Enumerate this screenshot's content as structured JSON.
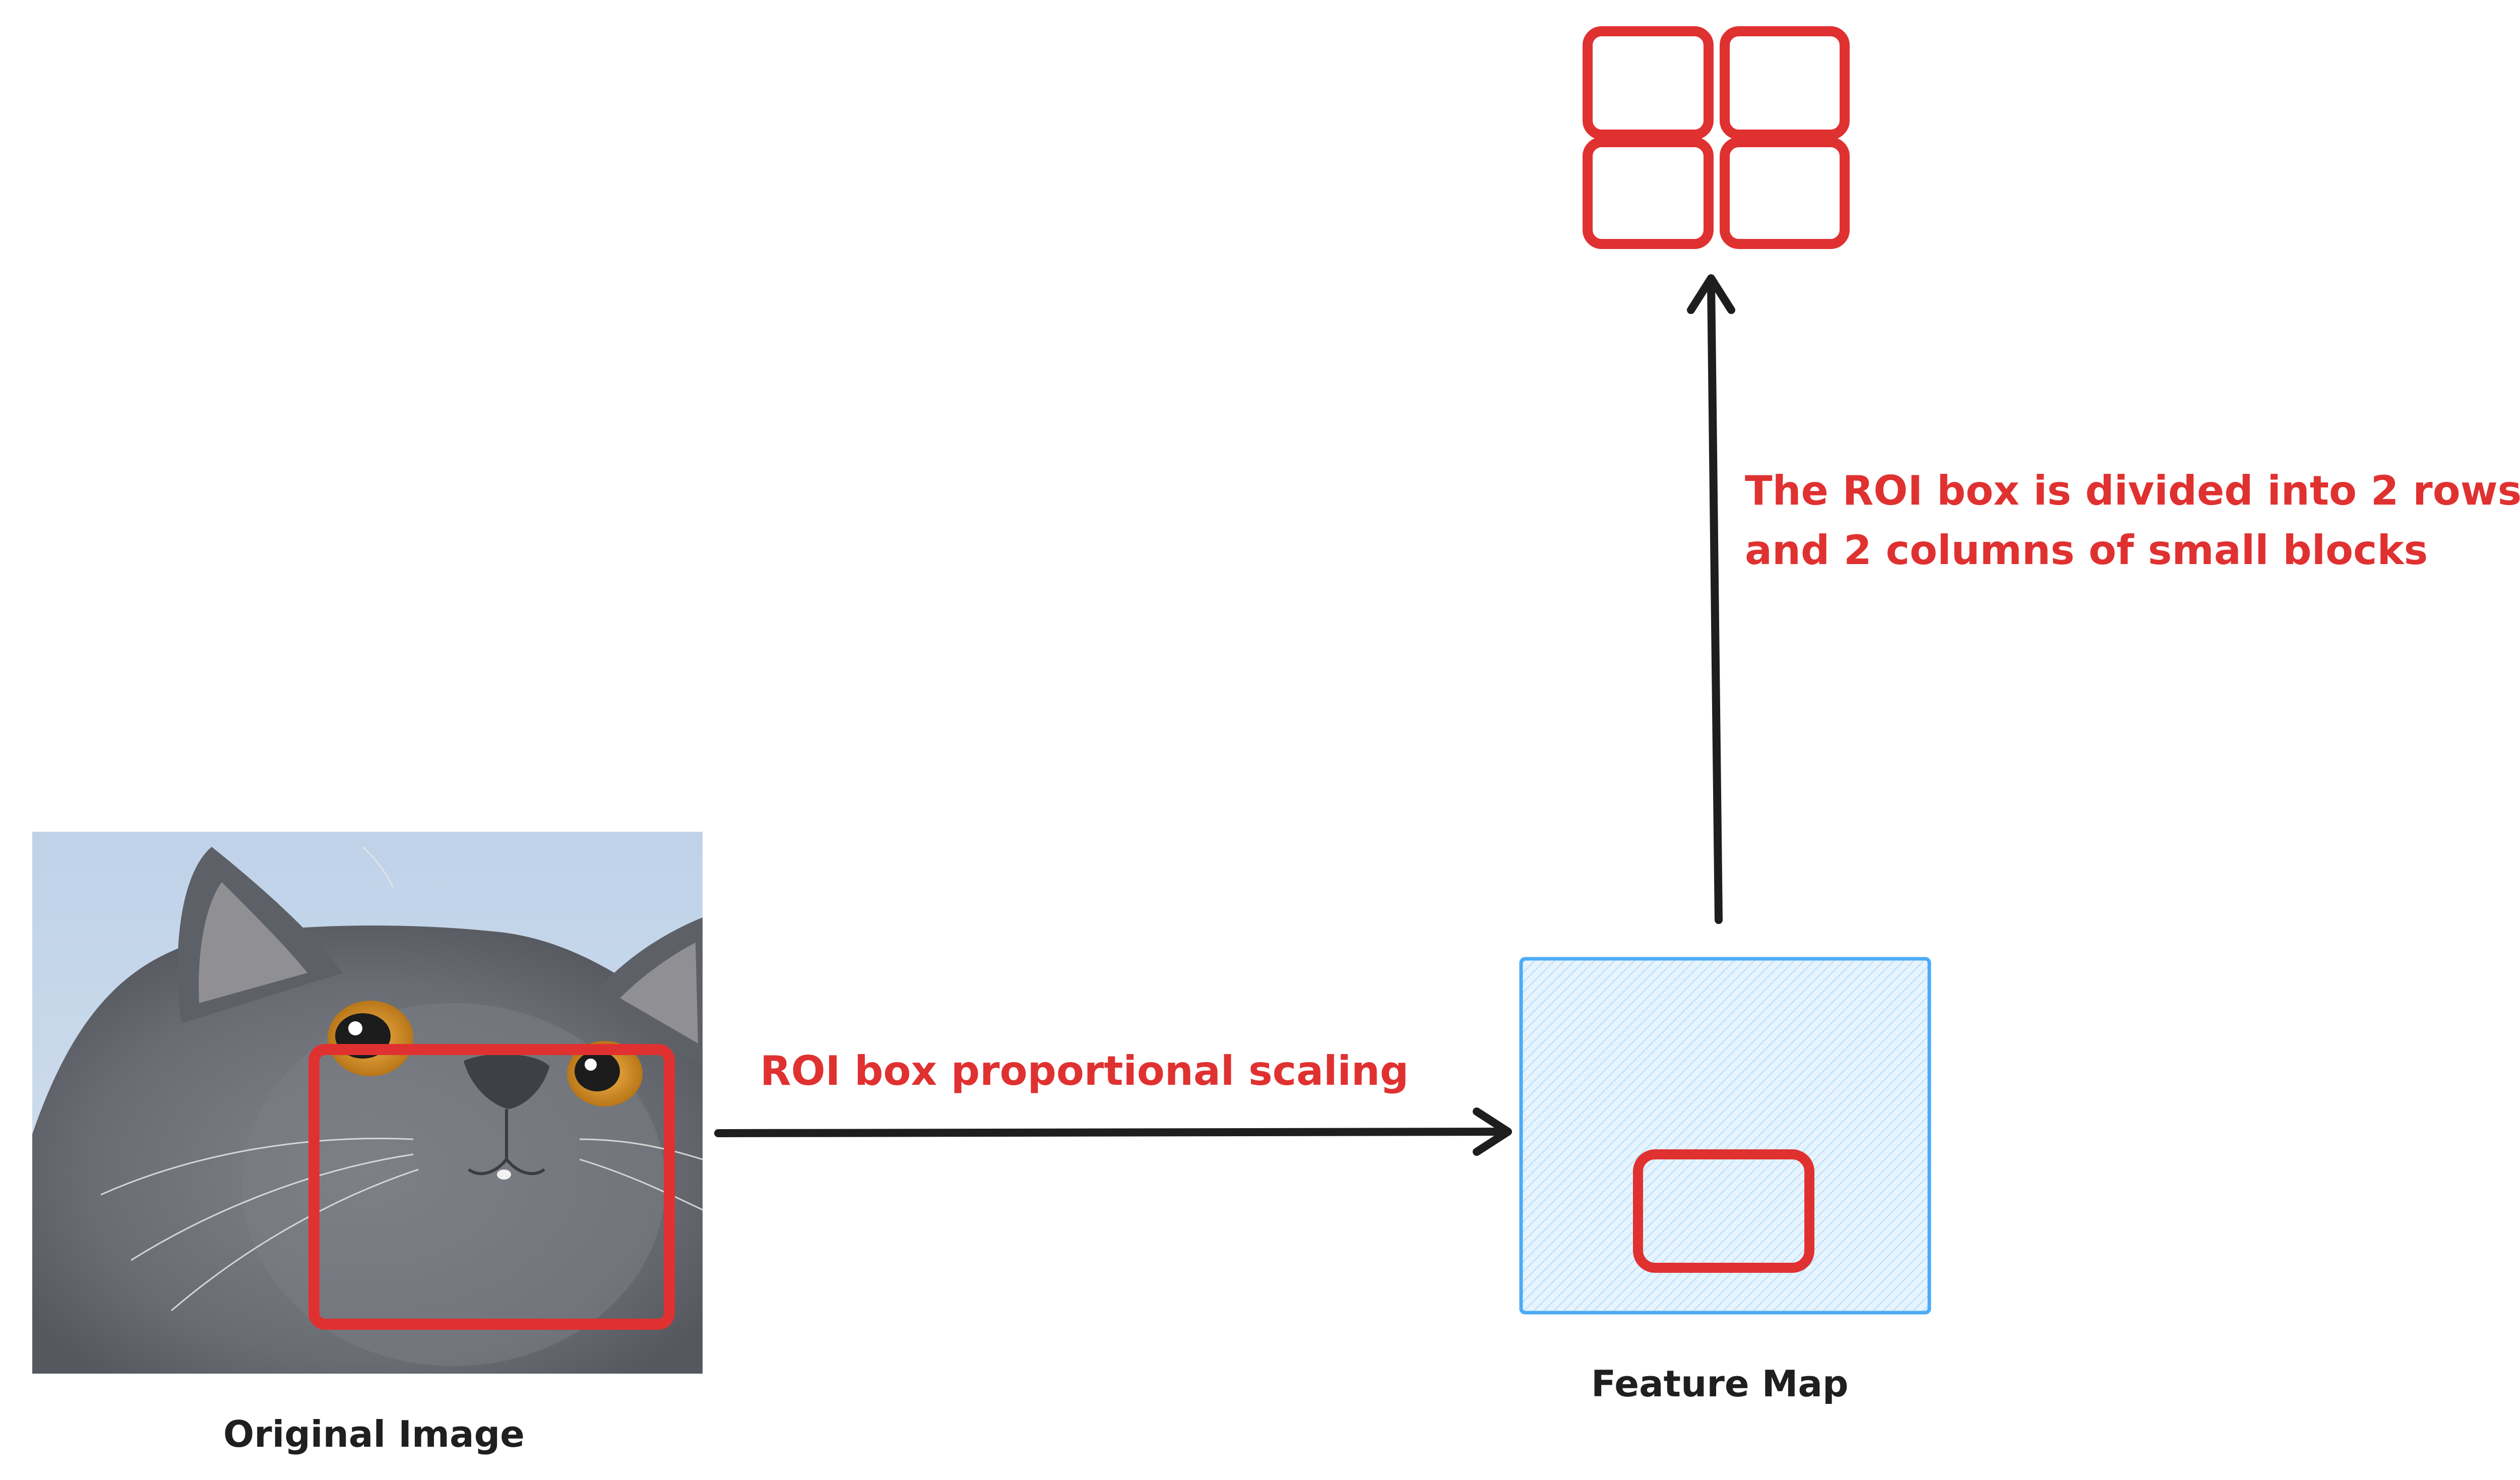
{
  "labels": {
    "original_image": "Original Image",
    "feature_map": "Feature Map",
    "scaling_arrow": "ROI box proportional scaling",
    "division_line1": "The ROI box is divided into 2 rows",
    "division_line2": "and 2 columns of small blocks"
  },
  "colors": {
    "accent_red": "#e03131",
    "arrow": "#1e1e1e",
    "feature_map_fill": "#a5d8ff",
    "feature_map_stroke": "#4dabf7",
    "sky": "#c9d9ea",
    "cat_fur": "#6b6e73",
    "cat_eye": "#d9962c"
  },
  "grid": {
    "rows": 2,
    "columns": 2
  }
}
